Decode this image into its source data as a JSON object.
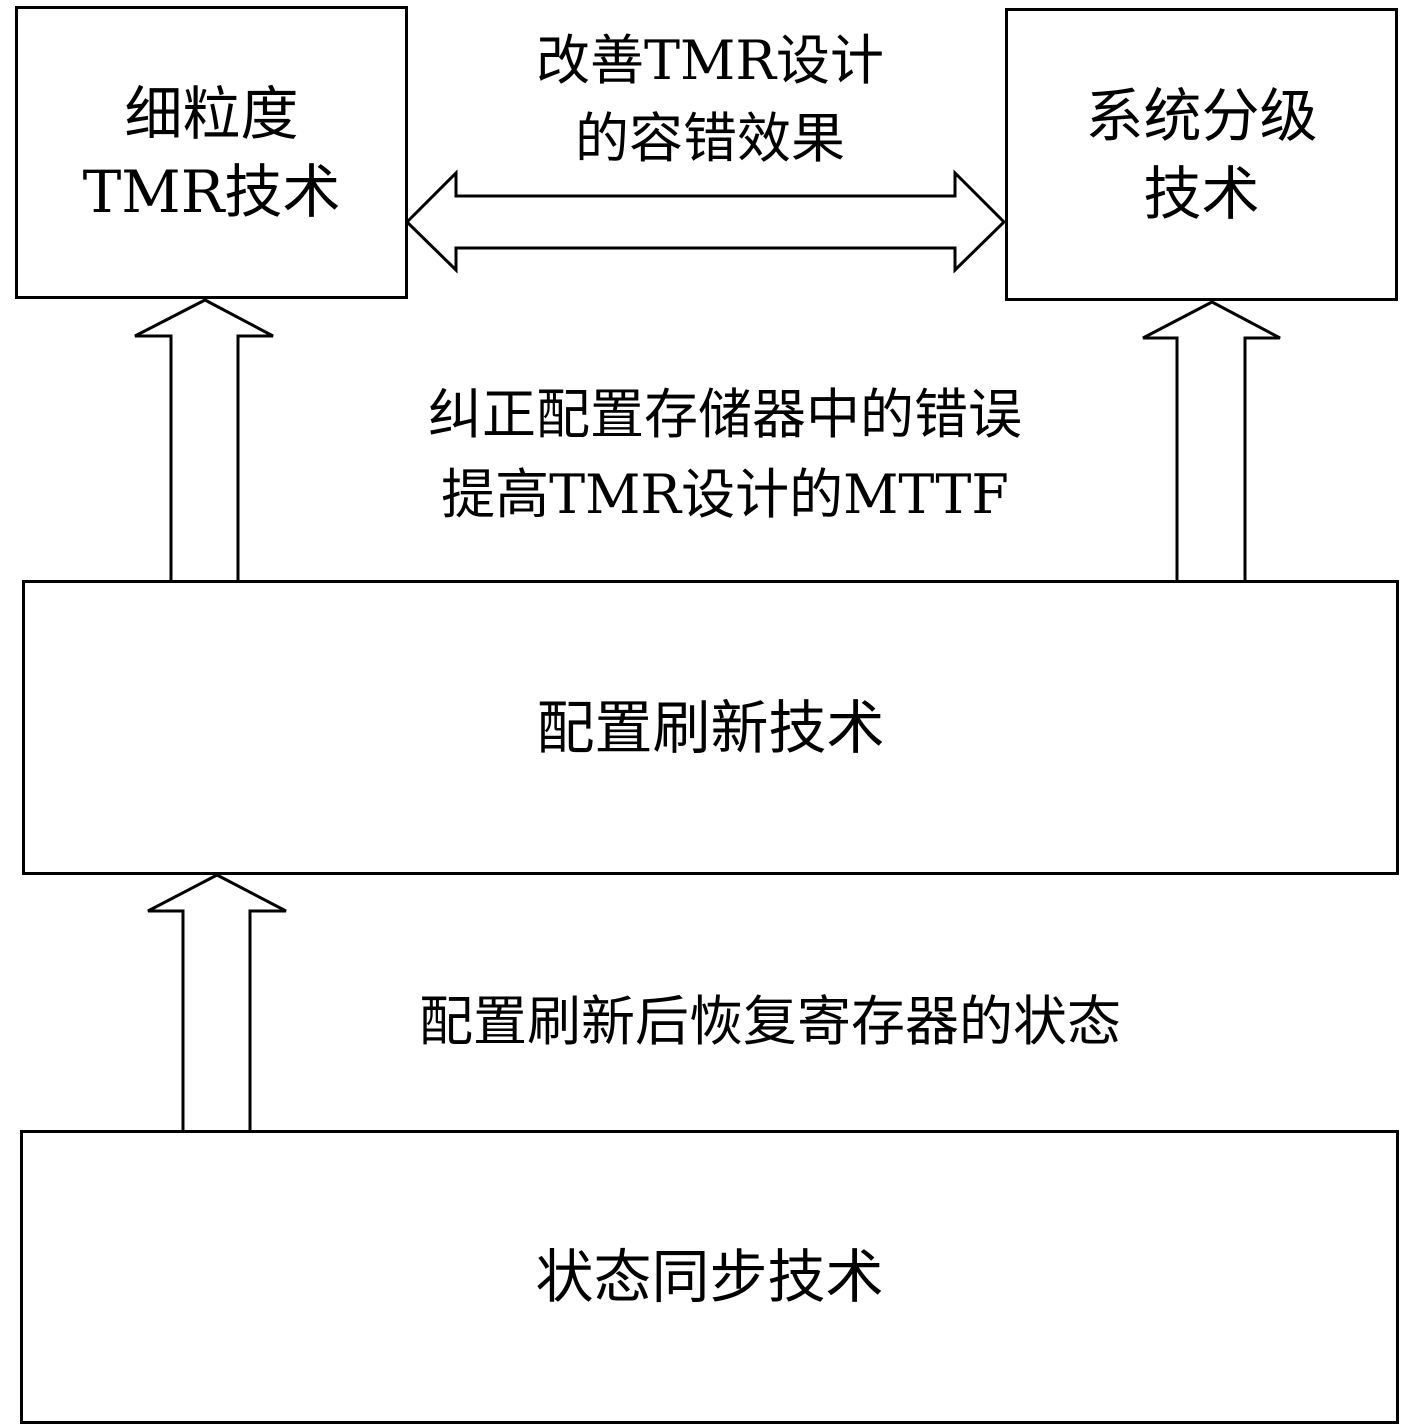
{
  "boxes": {
    "fine_grained_tmr": [
      "细粒度",
      "TMR技术"
    ],
    "system_partition": [
      "系统分级",
      "技术"
    ],
    "config_refresh": "配置刷新技术",
    "state_sync": "状态同步技术"
  },
  "captions": {
    "top": [
      "改善TMR设计",
      "的容错效果"
    ],
    "middle": [
      "纠正配置存储器中的错误",
      "提高TMR设计的MTTF"
    ],
    "bottom": "配置刷新后恢复寄存器的状态"
  }
}
